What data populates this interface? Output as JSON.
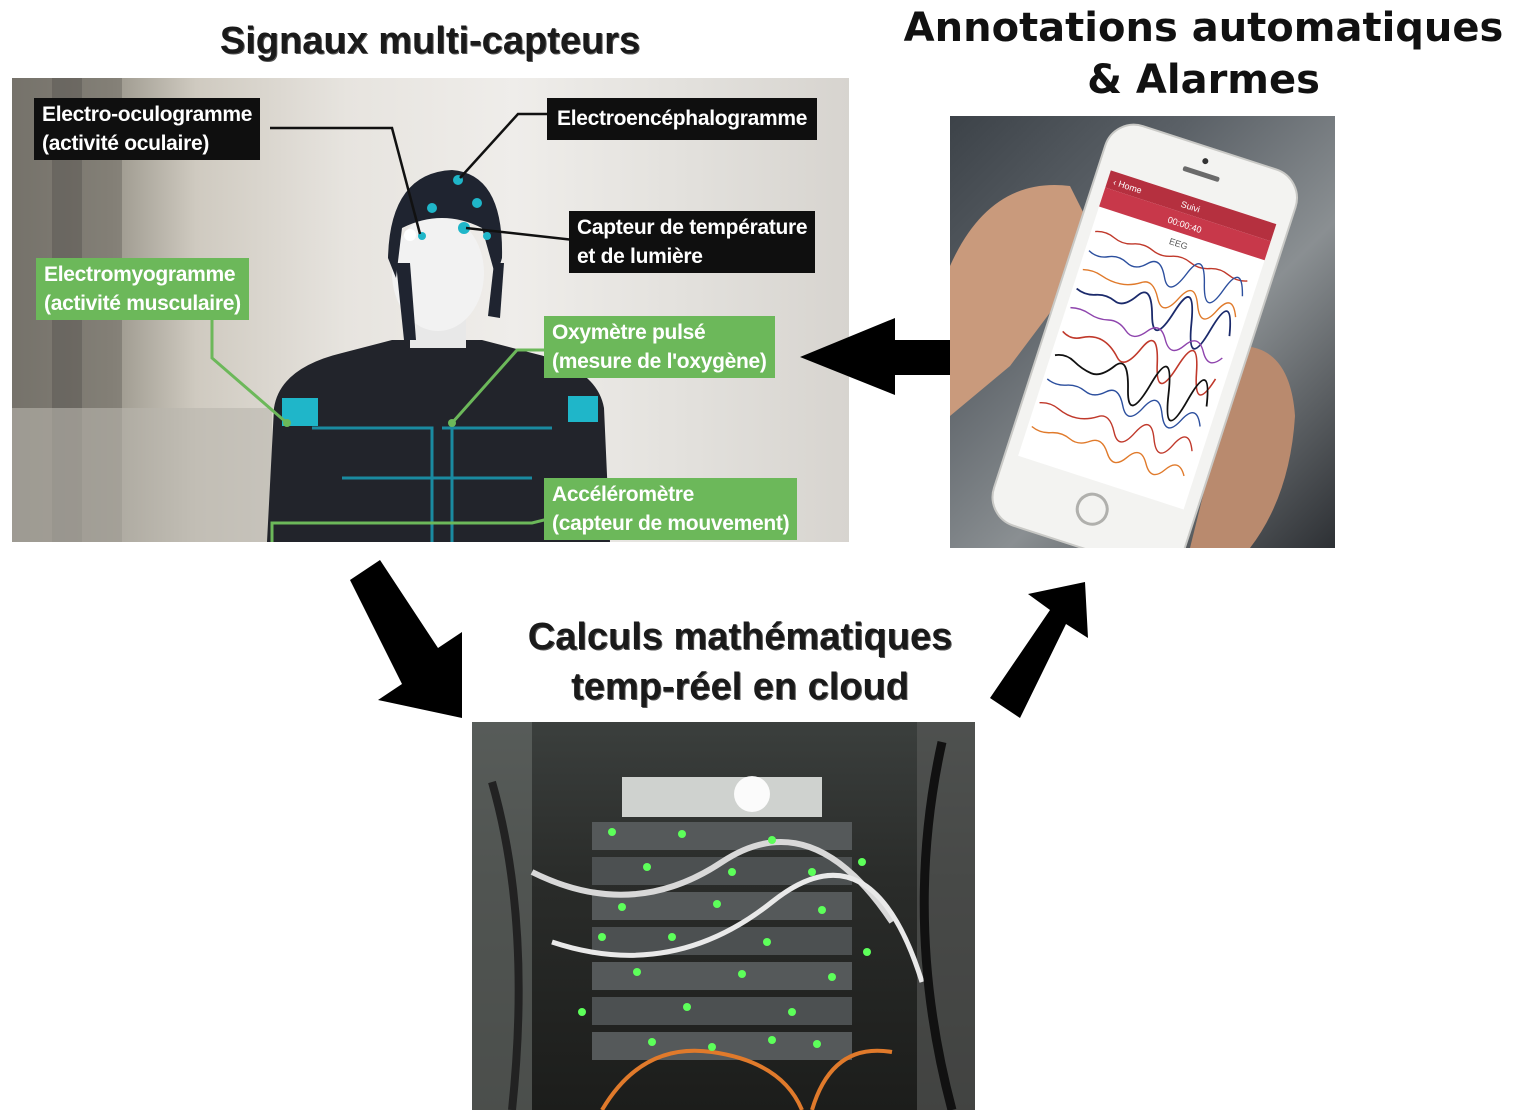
{
  "titles": {
    "sensors": "Signaux multi-capteurs",
    "annotations_line1": "Annotations automatiques",
    "annotations_line2": "& Alarmes",
    "cloud_line1": "Calculs mathématiques",
    "cloud_line2": "temp-réel en cloud"
  },
  "sensor_labels": {
    "eog_line1": "Electro-oculogramme",
    "eog_line2": "(activité oculaire)",
    "eeg": "Electroencéphalogramme",
    "temp_line1": "Capteur de température",
    "temp_line2": "et de lumière",
    "emg_line1": "Electromyogramme",
    "emg_line2": "(activité musculaire)",
    "oxy_line1": "Oxymètre pulsé",
    "oxy_line2": "(mesure de l'oxygène)",
    "acc_line1": "Accéléromètre",
    "acc_line2": "(capteur de mouvement)"
  },
  "phone_screen": {
    "back": "‹ Home",
    "nav_title": "Suivi",
    "timer": "00:00:40",
    "signal": "EEG"
  },
  "colors": {
    "label_dark": "#0f0f0f",
    "label_green": "#6cb85a",
    "accent_cyan": "#1fb6c9",
    "arrow": "#000000",
    "led_green": "#5dff5a"
  }
}
